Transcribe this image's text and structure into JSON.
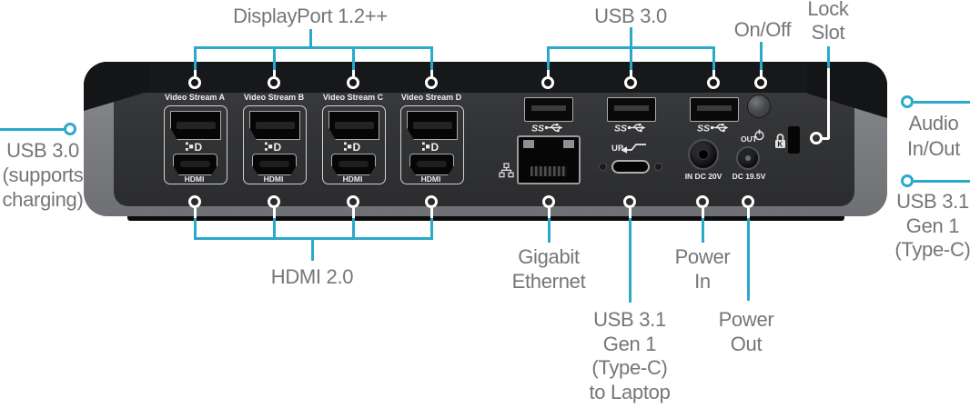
{
  "colors": {
    "teal": "#2ba9c9",
    "label_gray": "#75767a",
    "device_shell_gray": "#7d8083",
    "device_face": "#313234",
    "top_band_black": "#17181a"
  },
  "annotations": {
    "displayport": {
      "label": "DisplayPort 1.2++"
    },
    "usb3_top": {
      "label": "USB 3.0"
    },
    "on_off": {
      "label": "On/Off"
    },
    "lock_slot": {
      "line1": "Lock",
      "line2": "Slot"
    },
    "usb3_left": {
      "line1": "USB 3.0",
      "line2": "(supports",
      "line3": "charging)"
    },
    "audio_right": {
      "line1": "Audio",
      "line2": "In/Out"
    },
    "usb31_right": {
      "line1": "USB 3.1",
      "line2": "Gen 1",
      "line3": "(Type-C)"
    },
    "hdmi_bottom": {
      "label": "HDMI 2.0"
    },
    "gigabit": {
      "line1": "Gigabit",
      "line2": "Ethernet"
    },
    "usb31_laptop": {
      "line1": "USB 3.1",
      "line2": "Gen 1",
      "line3": "(Type-C)",
      "line4": "to Laptop"
    },
    "power_in": {
      "line1": "Power",
      "line2": "In"
    },
    "power_out": {
      "line1": "Power",
      "line2": "Out"
    }
  },
  "device": {
    "video_streams": [
      {
        "label": "Video Stream A",
        "hdmi": "HDMI"
      },
      {
        "label": "Video Stream B",
        "hdmi": "HDMI"
      },
      {
        "label": "Video Stream C",
        "hdmi": "HDMI"
      },
      {
        "label": "Video Stream D",
        "hdmi": "HDMI"
      }
    ],
    "dp_logo_letter": "D",
    "ss_label": "SS",
    "usbc_up_label": "UP",
    "power_in_label": "IN DC 20V",
    "power_out_top": "OUT",
    "power_out_label": "DC 19.5V",
    "kensington_letter": "K"
  }
}
